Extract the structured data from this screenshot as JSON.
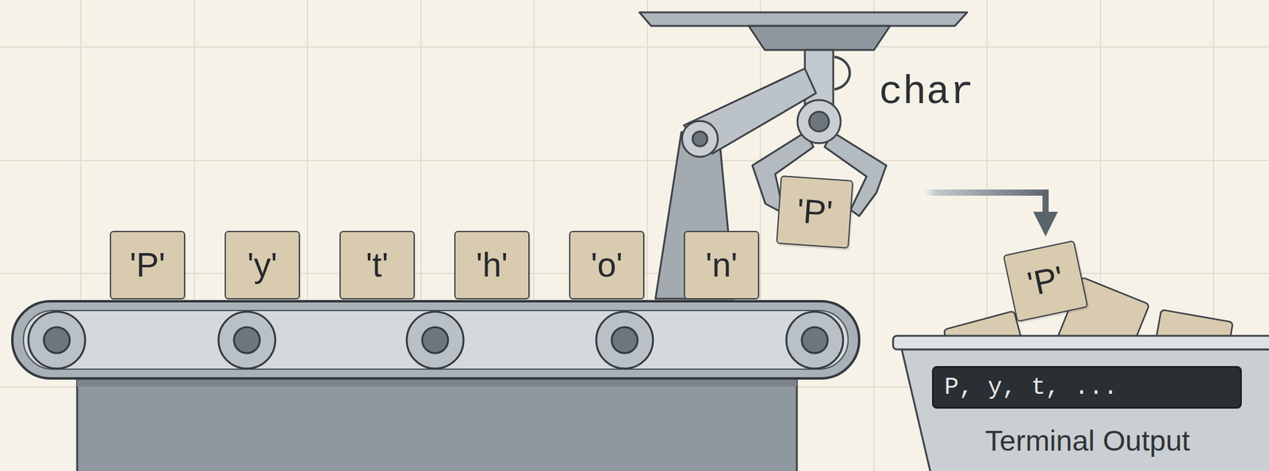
{
  "diagram": {
    "nodes": [
      {
        "text": [
          "'P'"
        ]
      },
      {
        "text": [
          "'y'"
        ]
      },
      {
        "text": [
          "'t'"
        ]
      },
      {
        "text": [
          "'h'"
        ]
      },
      {
        "text": [
          "'o'"
        ]
      },
      {
        "text": [
          "'n'"
        ]
      },
      {
        "text": [
          "'P'"
        ]
      },
      {
        "text": [
          "'P'"
        ]
      },
      {
        "text": [
          "Terminal Output"
        ]
      },
      {
        "text": [
          "P, y, t, ..."
        ],
        "in": 8
      }
    ],
    "edges": [
      {
        "from": 6,
        "to": 7,
        "arrow": "to"
      }
    ],
    "labels": [
      "char"
    ]
  }
}
